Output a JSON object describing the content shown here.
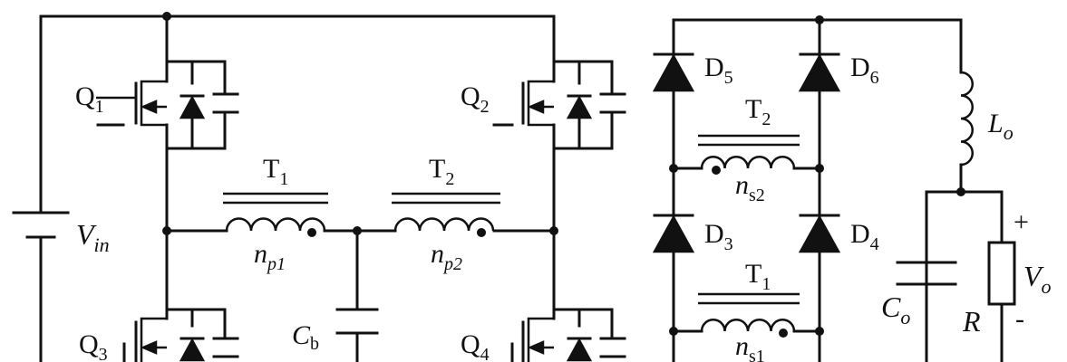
{
  "labels": {
    "q1": "Q",
    "q1_sub": "1",
    "q2": "Q",
    "q2_sub": "2",
    "q3": "Q",
    "q3_sub": "3",
    "q4": "Q",
    "q4_sub": "4",
    "t1_pri": "T",
    "t1_pri_sub": "1",
    "t2_pri": "T",
    "t2_pri_sub": "2",
    "np1": "n",
    "np1_sub": "p1",
    "np2": "n",
    "np2_sub": "p2",
    "cb": "C",
    "cb_sub": "b",
    "vin": "V",
    "vin_sub": "in",
    "d5": "D",
    "d5_sub": "5",
    "d6": "D",
    "d6_sub": "6",
    "d3": "D",
    "d3_sub": "3",
    "d4": "D",
    "d4_sub": "4",
    "t2_sec": "T",
    "t2_sec_sub": "2",
    "t1_sec": "T",
    "t1_sec_sub": "1",
    "ns2": "n",
    "ns2_sub": "s2",
    "ns1": "n",
    "ns1_sub": "s1",
    "lo": "L",
    "lo_sub": "o",
    "co": "C",
    "co_sub": "o",
    "vo": "V",
    "vo_sub": "o",
    "r": "R",
    "plus": "+",
    "minus": "-"
  }
}
